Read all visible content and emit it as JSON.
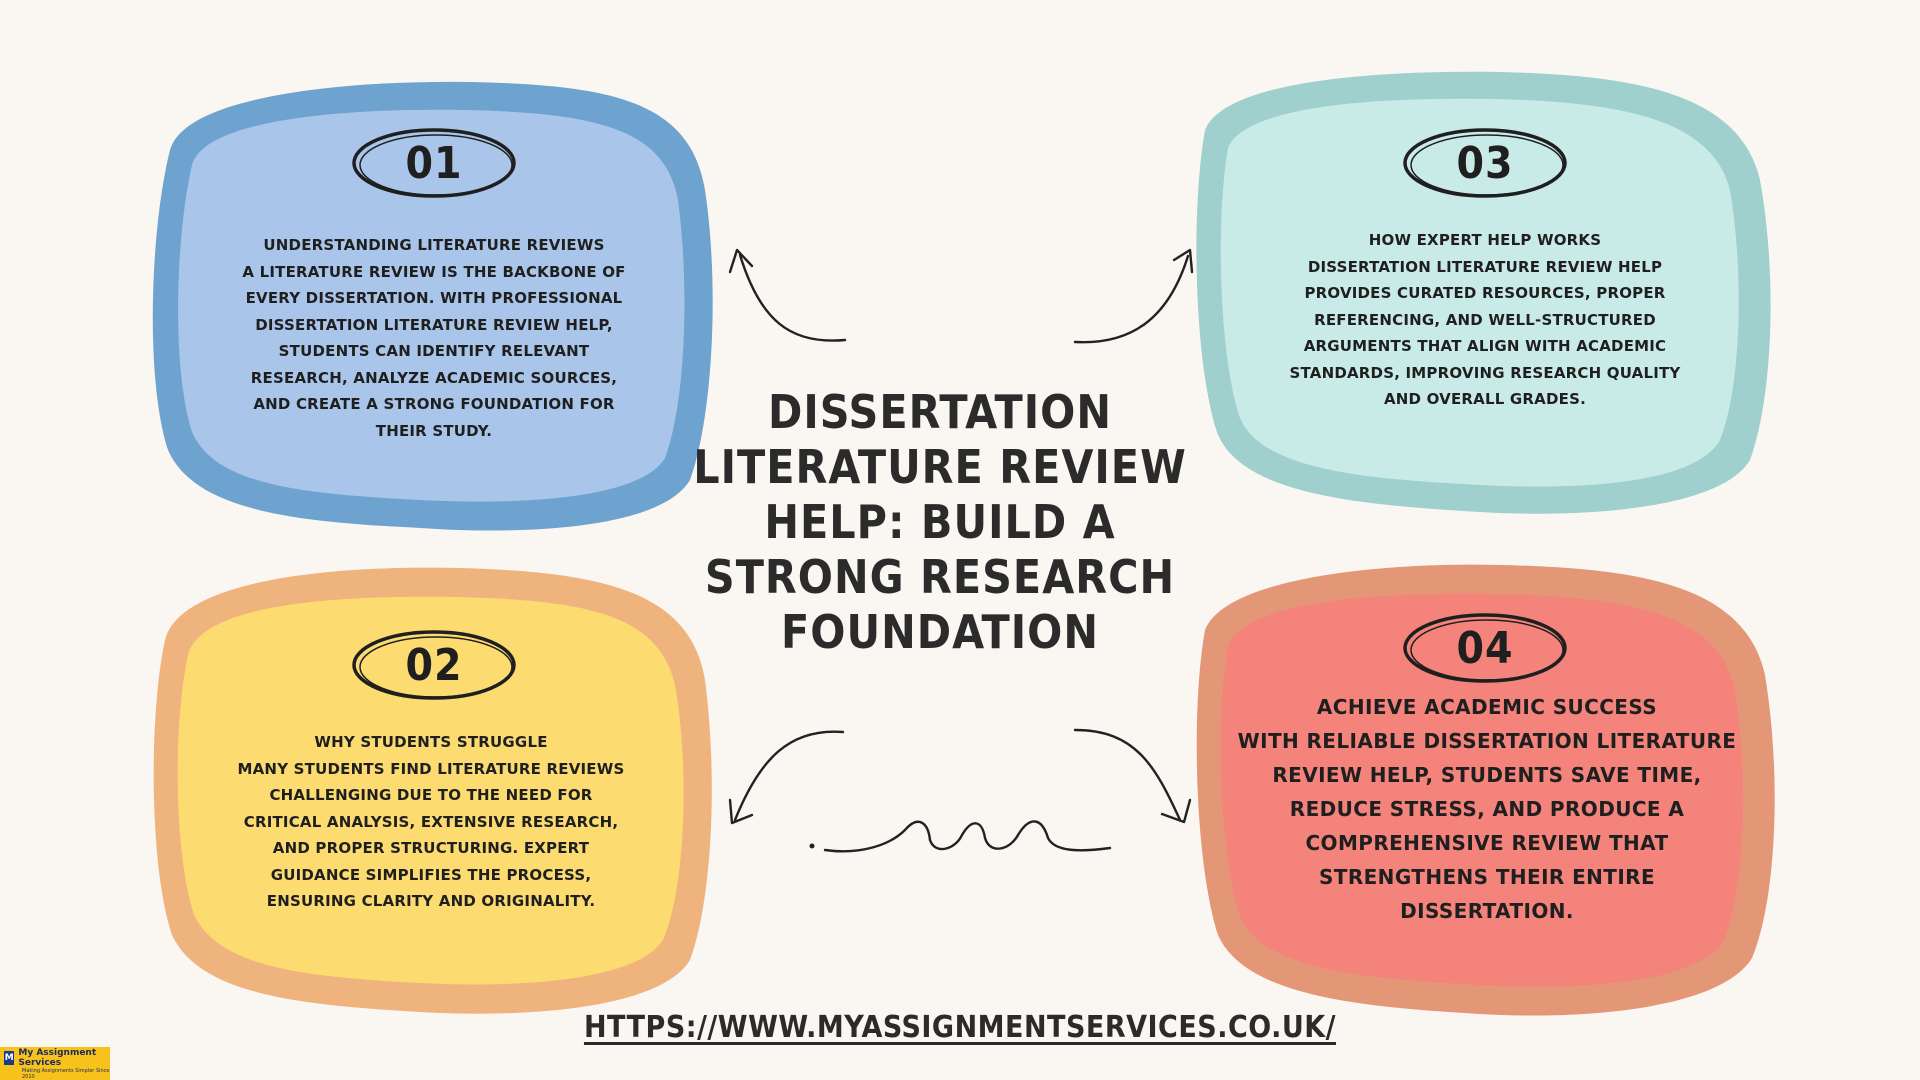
{
  "title": "Dissertation Literature Review Help: Build a Strong Research Foundation",
  "url": "https://www.myassignmentservices.co.uk/",
  "logo": {
    "name": "My Assignment Services",
    "tagline": "Making Assignments Simpler Since 2010"
  },
  "colors": {
    "card1": "#a9c6ea",
    "card1_border": "#6ea3cf",
    "card2": "#fcdb70",
    "card2_border": "#efb37e",
    "card3": "#c9ebe7",
    "card3_border": "#9fd0ce",
    "card4": "#f3837b",
    "card4_border": "#e49777",
    "background": "#faf6f1"
  },
  "cards": [
    {
      "number": "01",
      "heading": "Understanding Literature Reviews",
      "body": "A literature review is the backbone of every dissertation. With professional dissertation literature review help, students can identify relevant research, analyze academic sources, and create a strong foundation for their study."
    },
    {
      "number": "02",
      "heading": "Why Students Struggle",
      "body": "Many students find literature reviews challenging due to the need for critical analysis, extensive research, and proper structuring. Expert guidance simplifies the process, ensuring clarity and originality."
    },
    {
      "number": "03",
      "heading": "How Expert Help Works",
      "body": "Dissertation literature review help provides curated resources, proper referencing, and well-structured arguments that align with academic standards, improving research quality and overall grades."
    },
    {
      "number": "04",
      "heading": "Achieve Academic Success",
      "body": "With reliable dissertation literature review help, students save time, reduce stress, and produce a comprehensive review that strengthens their entire dissertation."
    }
  ]
}
